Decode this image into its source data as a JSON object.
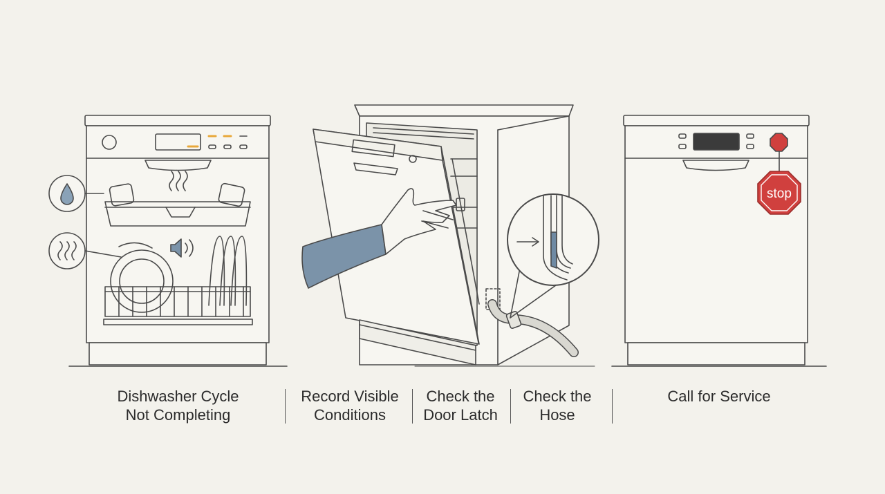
{
  "captions": [
    {
      "line1": "Dishwasher Cycle",
      "line2": "Not Completing"
    },
    {
      "line1": "Record Visible",
      "line2": "Conditions"
    },
    {
      "line1": "Check the",
      "line2": "Door Latch"
    },
    {
      "line1": "Check the",
      "line2": "Hose"
    },
    {
      "line1": "Call for Service",
      "line2": ""
    }
  ],
  "stop_sign_text": "stop",
  "colors": {
    "background": "#f3f2ec",
    "line": "#4a4a4a",
    "sleeve": "#7b93a9",
    "display_amber": "#e8a83a",
    "stop_red": "#d0403e"
  },
  "icons": [
    "water-drop-icon",
    "steam-icon",
    "sound-icon",
    "stop-sign-icon",
    "magnifier-callout"
  ]
}
